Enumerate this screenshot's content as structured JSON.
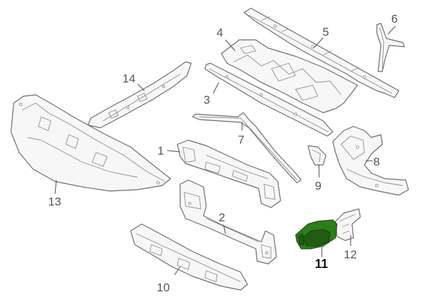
{
  "diagram": {
    "highlight_color": "#2f7d1c",
    "callouts": [
      {
        "id": "1",
        "label": "1"
      },
      {
        "id": "2",
        "label": "2"
      },
      {
        "id": "3",
        "label": "3"
      },
      {
        "id": "4",
        "label": "4"
      },
      {
        "id": "5",
        "label": "5"
      },
      {
        "id": "6",
        "label": "6"
      },
      {
        "id": "7",
        "label": "7"
      },
      {
        "id": "8",
        "label": "8"
      },
      {
        "id": "9",
        "label": "9"
      },
      {
        "id": "10",
        "label": "10"
      },
      {
        "id": "11",
        "label": "11"
      },
      {
        "id": "12",
        "label": "12"
      },
      {
        "id": "13",
        "label": "13"
      },
      {
        "id": "14",
        "label": "14"
      }
    ],
    "highlighted_part": "11"
  }
}
